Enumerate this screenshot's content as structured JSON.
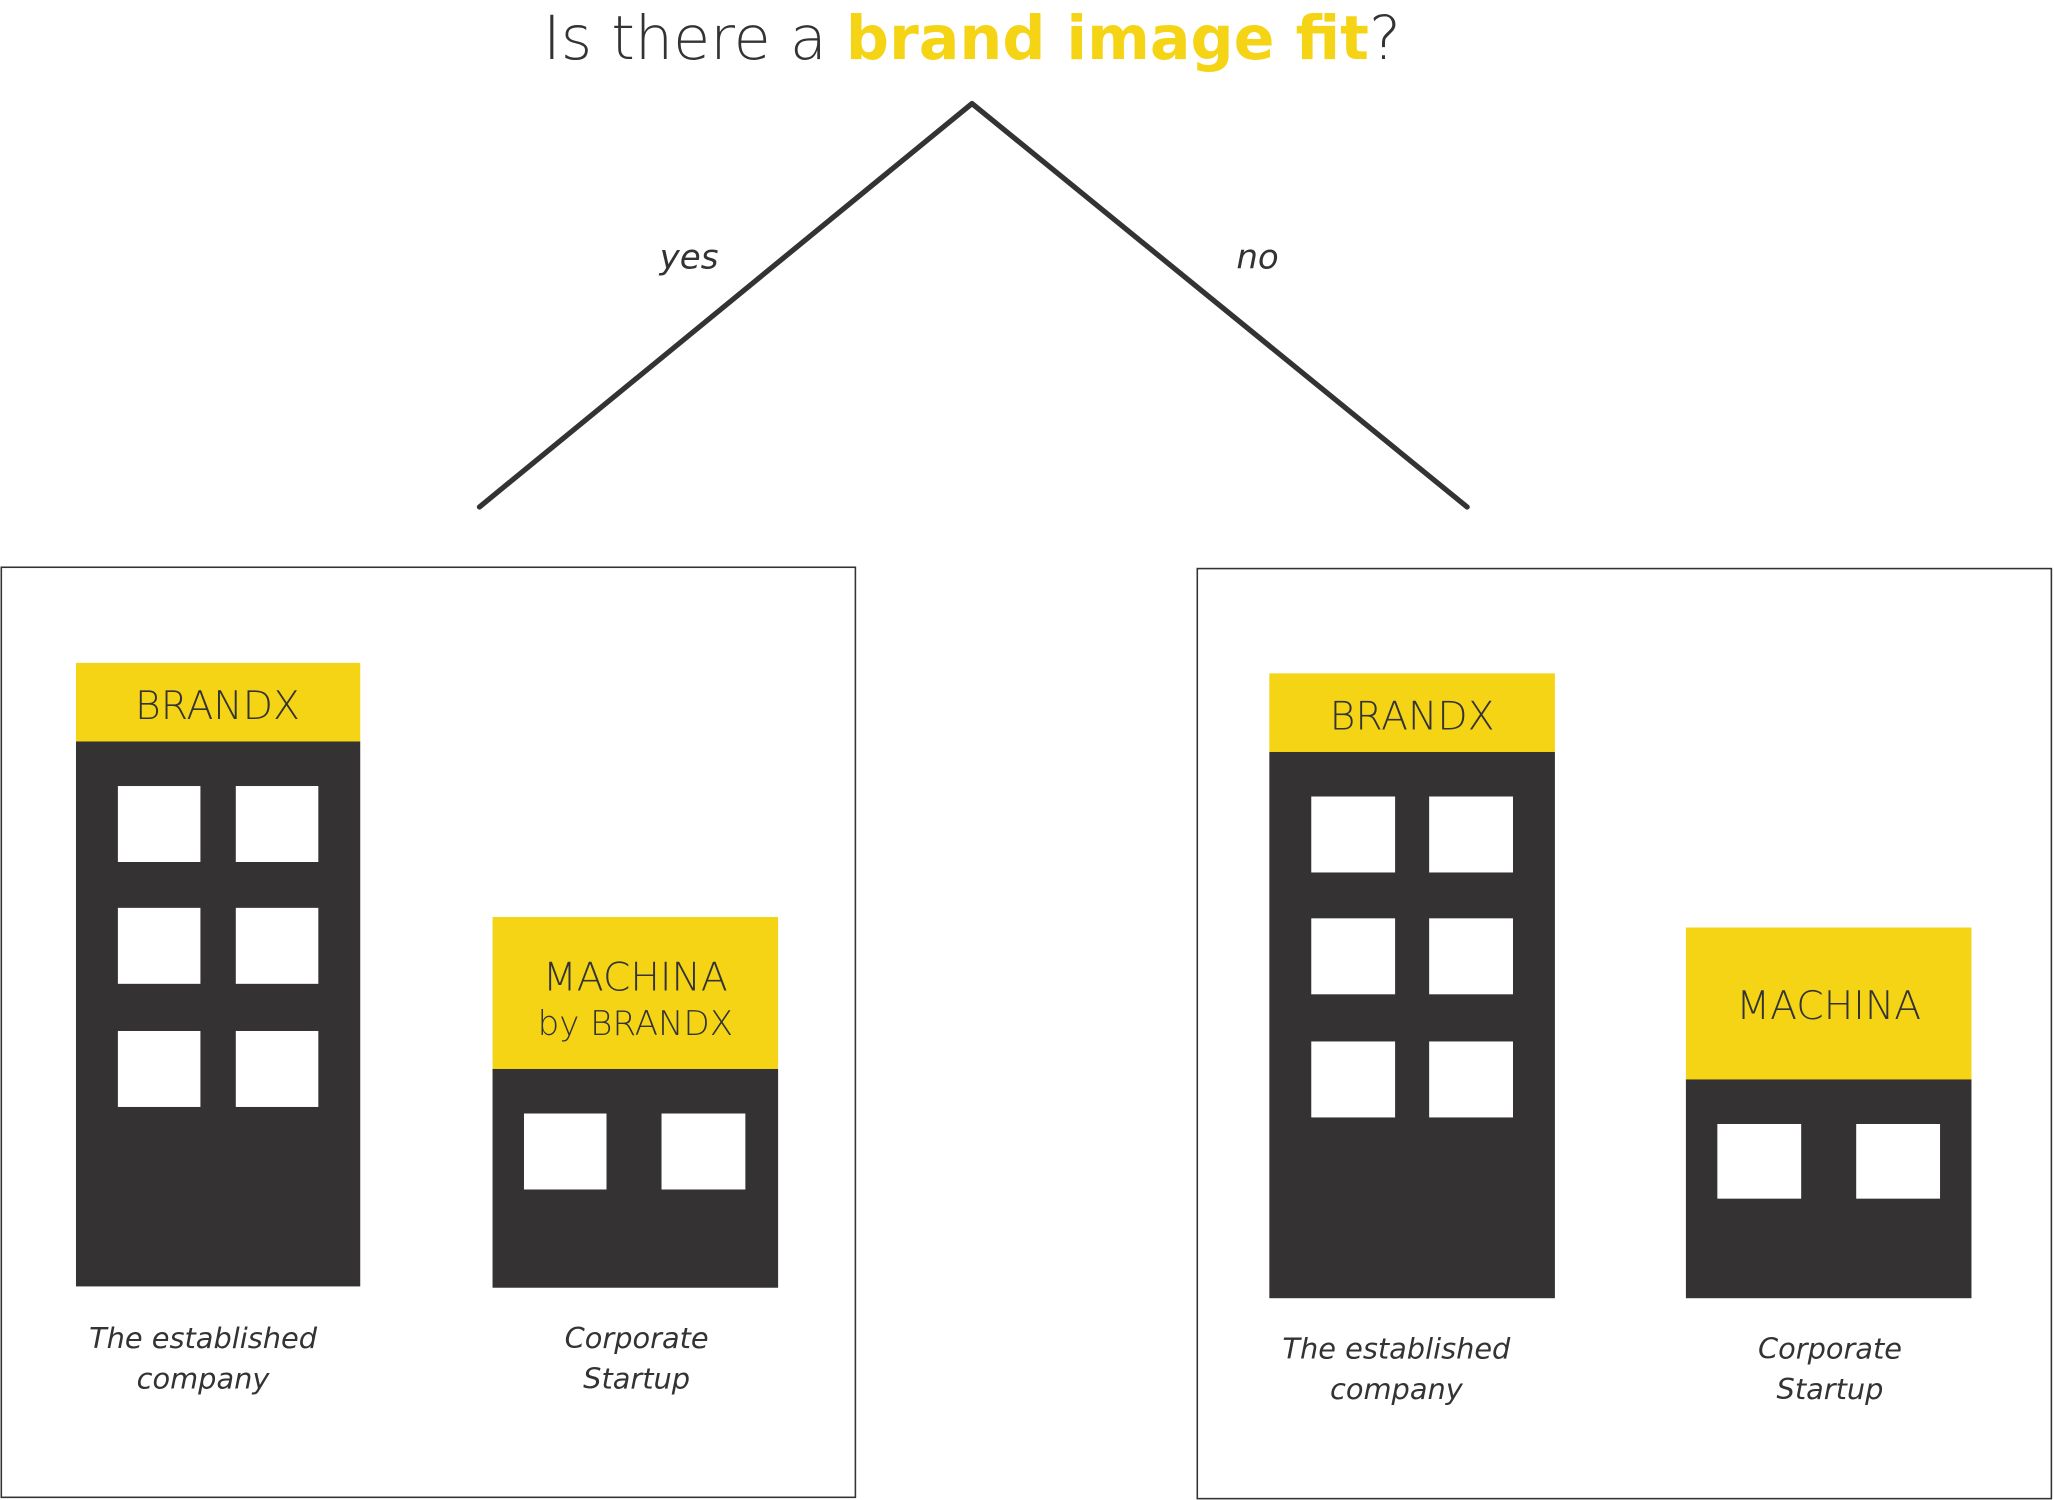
{
  "title": {
    "prefix": "Is there a ",
    "highlight": "brand image fit",
    "suffix": "?"
  },
  "branches": {
    "yes": "yes",
    "no": "no"
  },
  "colors": {
    "accent": "#F5D416",
    "dark": "#343233",
    "line": "#333333"
  },
  "left_panel": {
    "parent": {
      "brand": "BRANDX",
      "caption_line1": "The established",
      "caption_line2": "company"
    },
    "startup": {
      "brand": "MACHINA",
      "sub_brand": "by BRANDX",
      "caption_line1": "Corporate",
      "caption_line2": "Startup"
    }
  },
  "right_panel": {
    "parent": {
      "brand": "BRANDX",
      "caption_line1": "The established",
      "caption_line2": "company"
    },
    "startup": {
      "brand": "MACHINA",
      "caption_line1": "Corporate",
      "caption_line2": "Startup"
    }
  }
}
